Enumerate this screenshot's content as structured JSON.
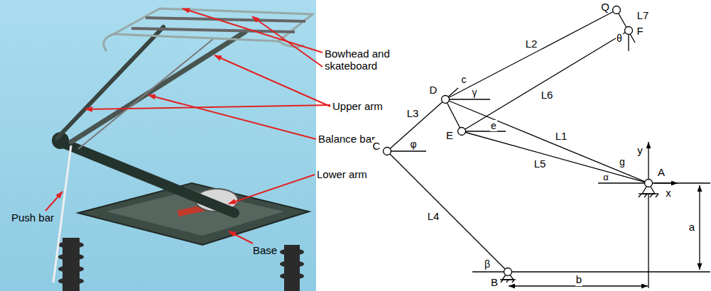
{
  "diagram": {
    "labels": [
      "Bowhead and skateboard",
      "Upper arm",
      "Balance bar",
      "Lower arm",
      "Push bar",
      "Base",
      "Q",
      "L7",
      "θ",
      "F",
      "L2",
      "D",
      "c",
      "γ",
      "L6",
      "L3",
      "E",
      "e",
      "L1",
      "C",
      "φ",
      "L5",
      "g",
      "y",
      "A",
      "α",
      "x",
      "a",
      "L4",
      "β",
      "B",
      "b"
    ]
  }
}
